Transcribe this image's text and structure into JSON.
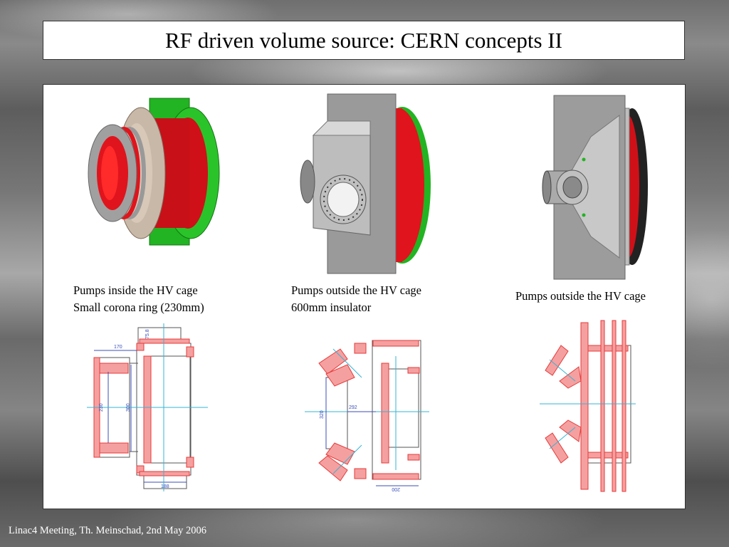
{
  "slide": {
    "title": "RF driven volume source: CERN concepts II",
    "footer": "Linac4 Meeting, Th. Meinschad, 2nd May 2006"
  },
  "columns": [
    {
      "caption_lines": [
        "Pumps inside the HV cage",
        "Small corona ring (230mm)"
      ],
      "drawing_dimensions": [
        "170",
        "75.8",
        "230",
        "300",
        "188"
      ]
    },
    {
      "caption_lines": [
        "Pumps outside the HV cage",
        "600mm insulator"
      ],
      "drawing_dimensions": [
        "320",
        "292",
        "200"
      ]
    },
    {
      "caption_lines": [
        "Pumps outside the HV cage"
      ],
      "drawing_dimensions": []
    }
  ],
  "colors": {
    "title_text": "#000000",
    "footer_text": "#ffffff",
    "render_red": "#e0141c",
    "render_green": "#22b422",
    "render_grey": "#9a9a9a",
    "cad_red": "#e83a3a",
    "cad_blue": "#3b4fb8",
    "cad_cyan": "#33b5d6"
  }
}
